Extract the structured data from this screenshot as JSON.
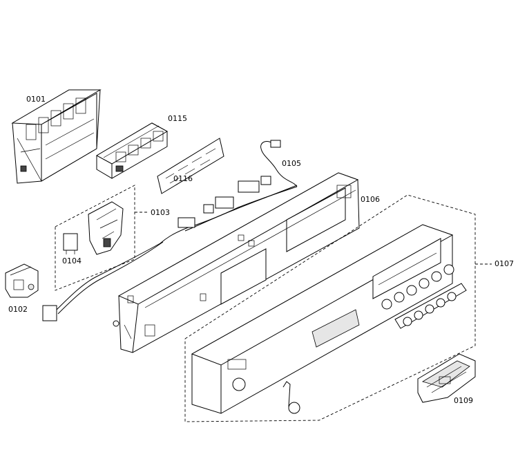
{
  "parts": [
    {
      "id": "0101"
    },
    {
      "id": "0115"
    },
    {
      "id": "0116"
    },
    {
      "id": "0105"
    },
    {
      "id": "0103"
    },
    {
      "id": "0104"
    },
    {
      "id": "0102"
    },
    {
      "id": "0106"
    },
    {
      "id": "0107"
    },
    {
      "id": "0109"
    }
  ]
}
